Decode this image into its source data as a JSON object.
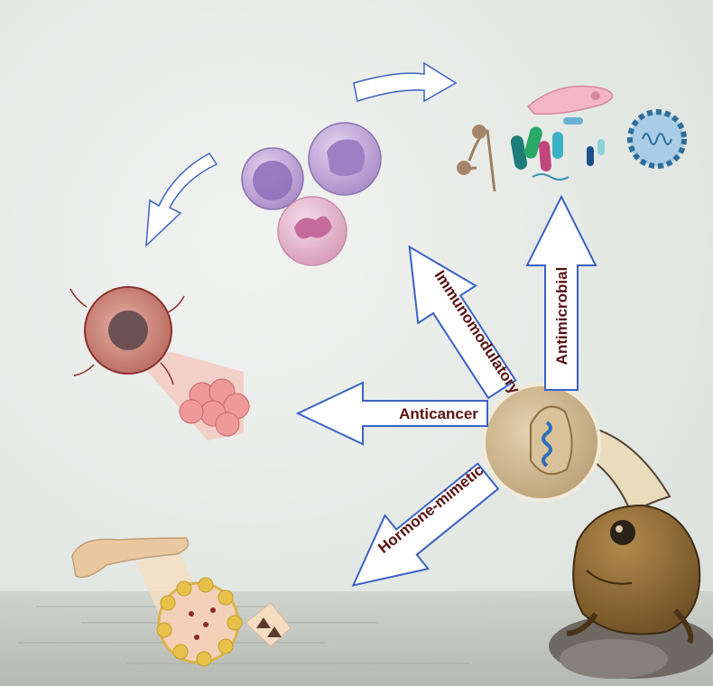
{
  "diagram": {
    "arrow_labels": {
      "antimicrobial": "Antimicrobial",
      "immunomodulatory": "Immunomodulatory",
      "anticancer": "Anticancer",
      "hormone_mimetic": "Hormone-mimetic"
    },
    "colors": {
      "background": "#e8ecea",
      "arrow_fill": "#ffffff",
      "arrow_stroke": "#3a62c4",
      "label_text": "#5a1212"
    }
  }
}
